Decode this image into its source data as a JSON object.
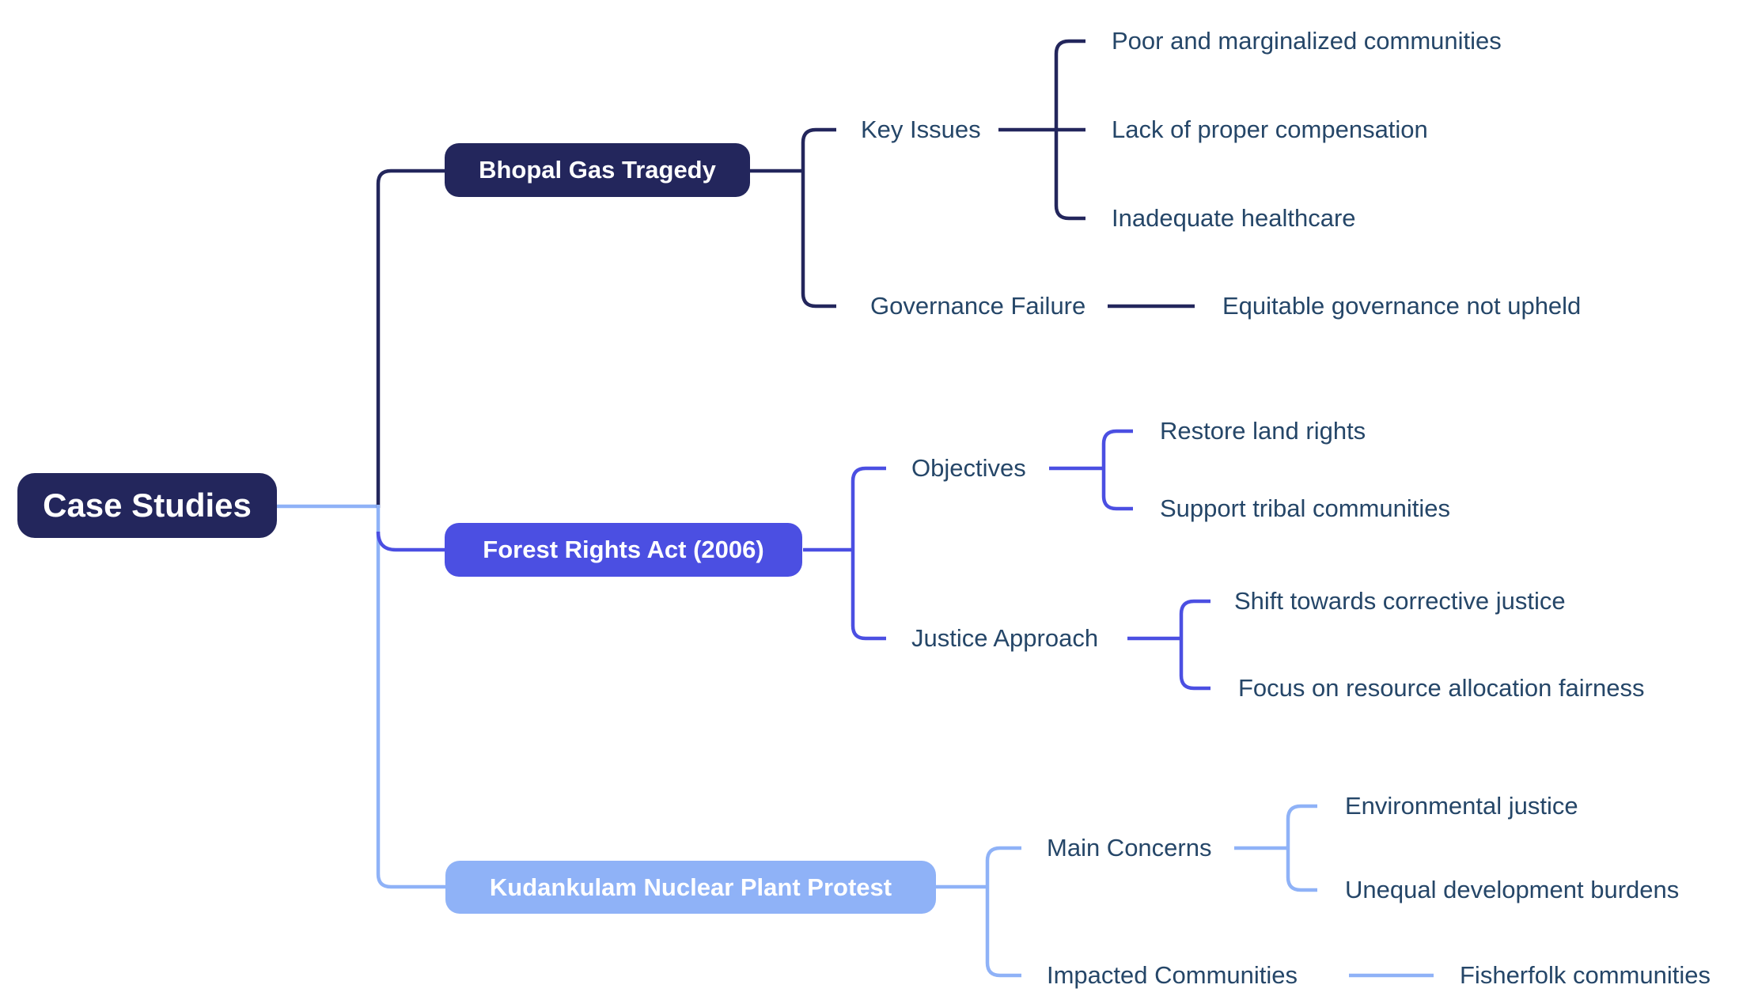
{
  "title": "Case Studies mind map",
  "colors": {
    "navy": "#23265C",
    "indigo": "#4B4FE2",
    "lightblue": "#8FB2F7",
    "ink": "#254668",
    "node_text": "#FFFFFF",
    "background": "#FFFFFF"
  },
  "tree": {
    "label": "Case Studies",
    "children": [
      {
        "label": "Bhopal Gas Tragedy",
        "children": [
          {
            "label": "Key Issues",
            "children": [
              {
                "label": "Poor and marginalized communities"
              },
              {
                "label": "Lack of proper compensation"
              },
              {
                "label": "Inadequate healthcare"
              }
            ]
          },
          {
            "label": "Governance Failure",
            "children": [
              {
                "label": "Equitable governance not upheld"
              }
            ]
          }
        ]
      },
      {
        "label": "Forest Rights Act (2006)",
        "children": [
          {
            "label": "Objectives",
            "children": [
              {
                "label": "Restore land rights"
              },
              {
                "label": "Support tribal communities"
              }
            ]
          },
          {
            "label": "Justice Approach",
            "children": [
              {
                "label": "Shift towards corrective justice"
              },
              {
                "label": "Focus on resource allocation fairness"
              }
            ]
          }
        ]
      },
      {
        "label": "Kudankulam Nuclear Plant Protest",
        "children": [
          {
            "label": "Main Concerns",
            "children": [
              {
                "label": "Environmental justice"
              },
              {
                "label": "Unequal development burdens"
              }
            ]
          },
          {
            "label": "Impacted Communities",
            "children": [
              {
                "label": "Fisherfolk communities"
              }
            ]
          }
        ]
      }
    ]
  }
}
